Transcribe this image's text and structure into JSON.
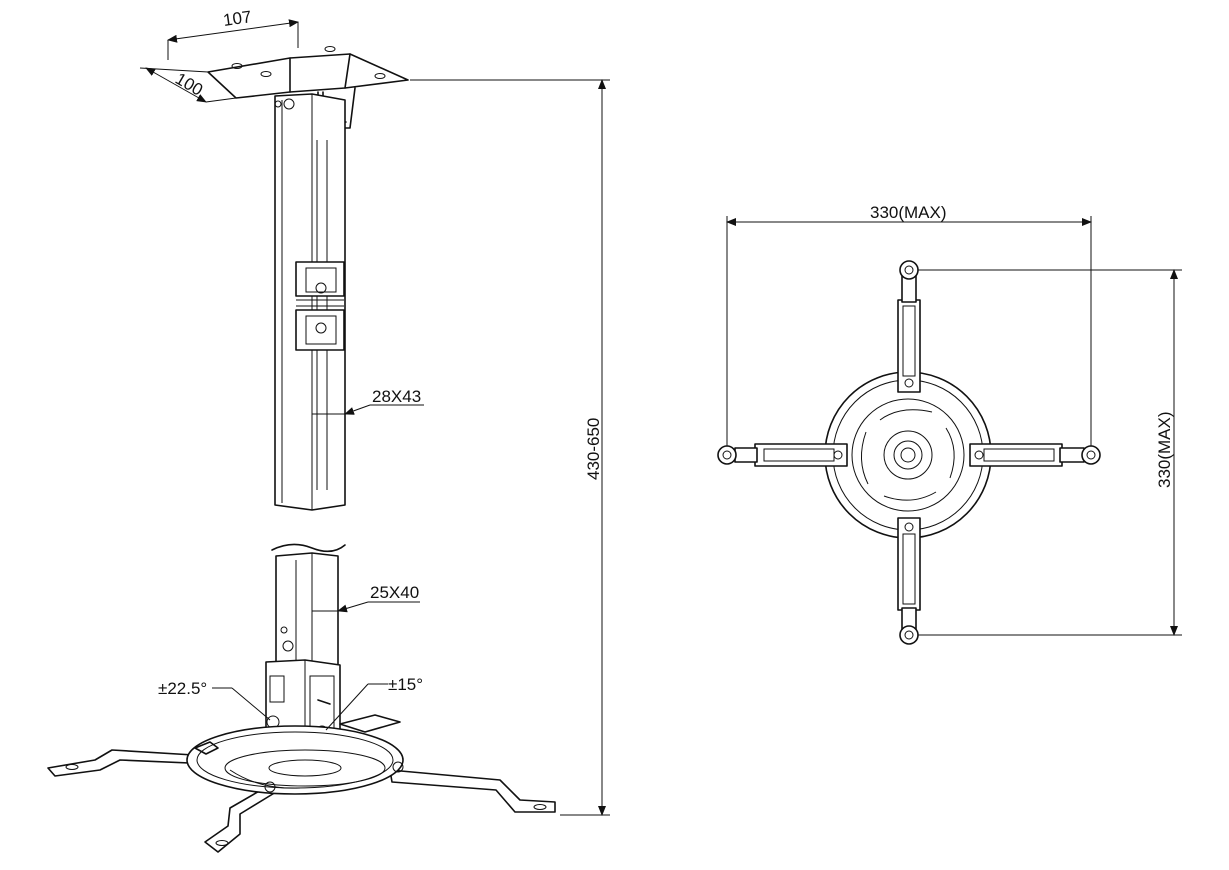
{
  "labels": {
    "top_width": "107",
    "top_depth": "100",
    "upper_tube": "28X43",
    "lower_tube": "25X40",
    "height_range": "430-650",
    "tilt": "±22.5°",
    "swivel": "±15°",
    "plan_width": "330(MAX)",
    "plan_height": "330(MAX)"
  }
}
